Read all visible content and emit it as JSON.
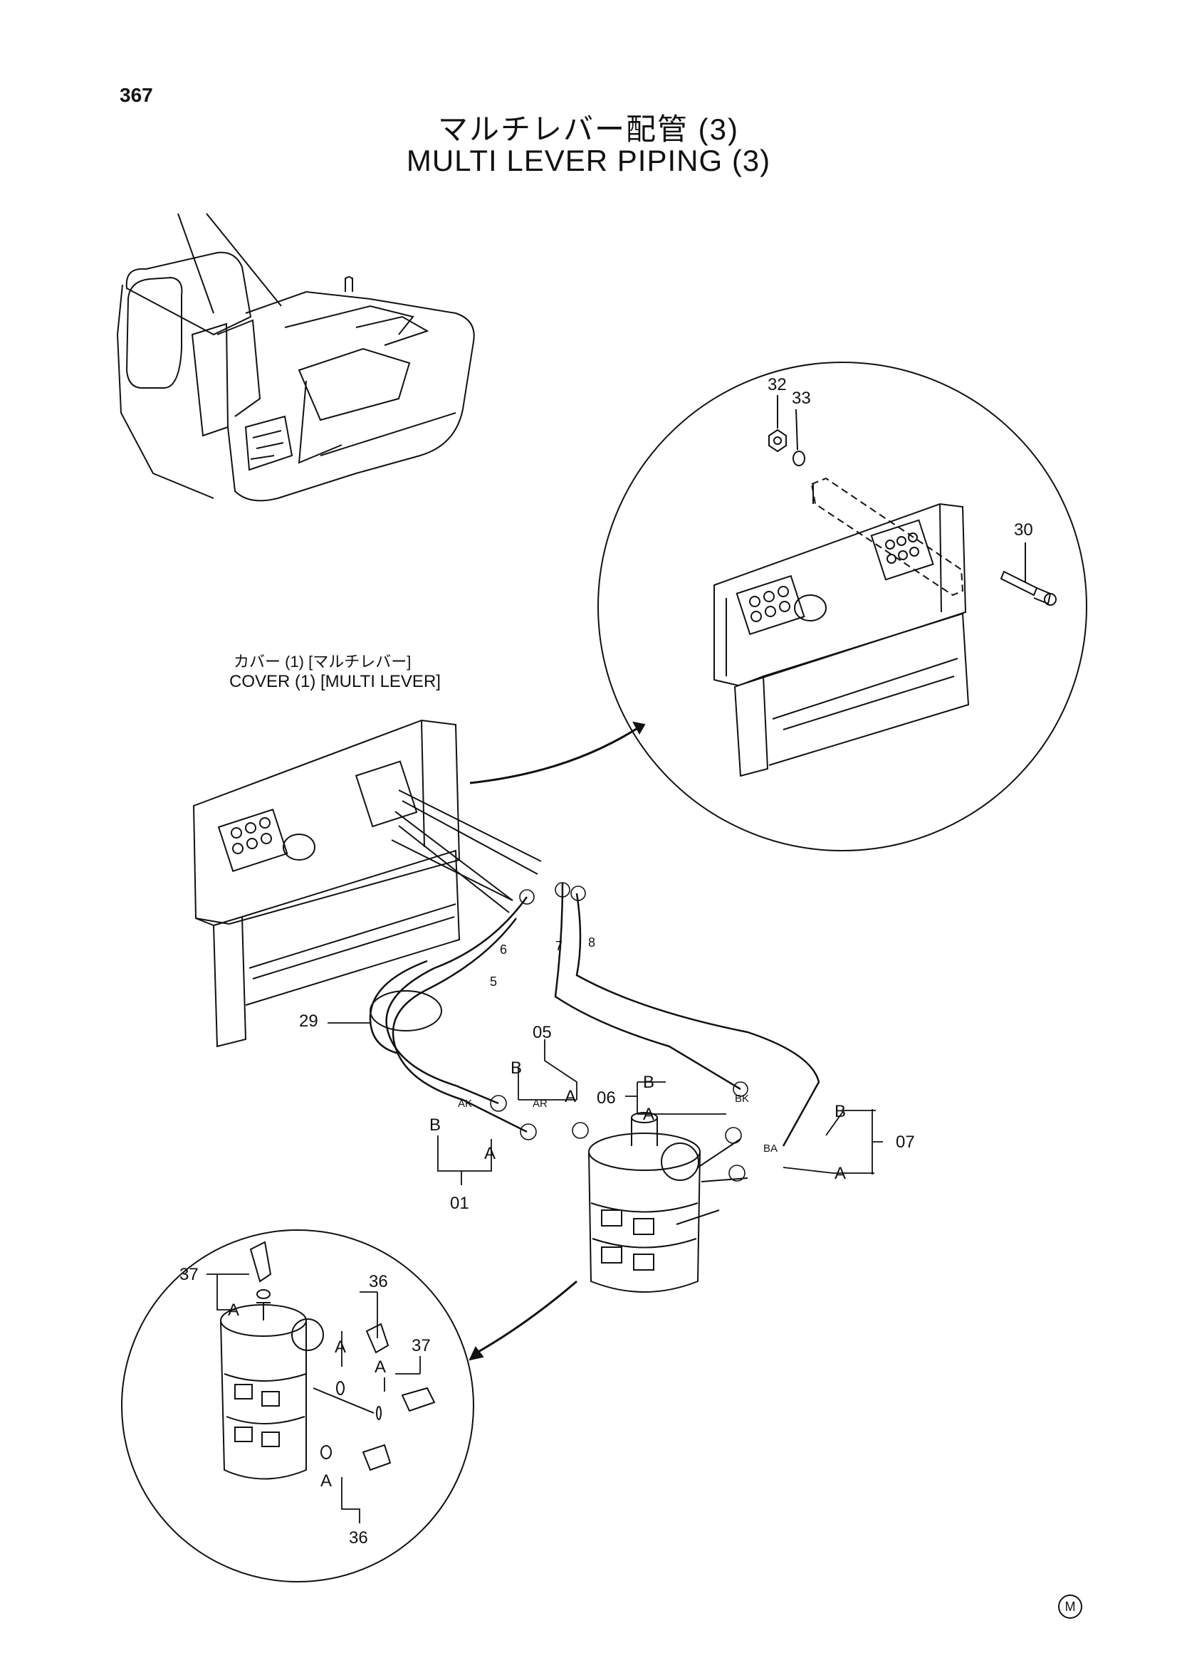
{
  "page": {
    "number": "367",
    "title_ja": "マルチレバー配管 (3)",
    "title_en": "MULTI LEVER PIPING (3)"
  },
  "cover_note": {
    "ja": "カバー (1) [マルチレバー]",
    "en": "COVER (1) [MULTI LEVER]"
  },
  "manufacturer_mark": "M",
  "callouts": {
    "top_detail": [
      "32",
      "33",
      "30"
    ],
    "main": [
      "29",
      "05",
      "06",
      "07",
      "01"
    ],
    "hose_numbers": [
      "5",
      "6",
      "7",
      "8"
    ],
    "ports": [
      "AK",
      "AR",
      "BK",
      "BA"
    ],
    "letters": [
      "A",
      "B"
    ],
    "bottom_detail": [
      "37",
      "36",
      "37",
      "36"
    ]
  }
}
